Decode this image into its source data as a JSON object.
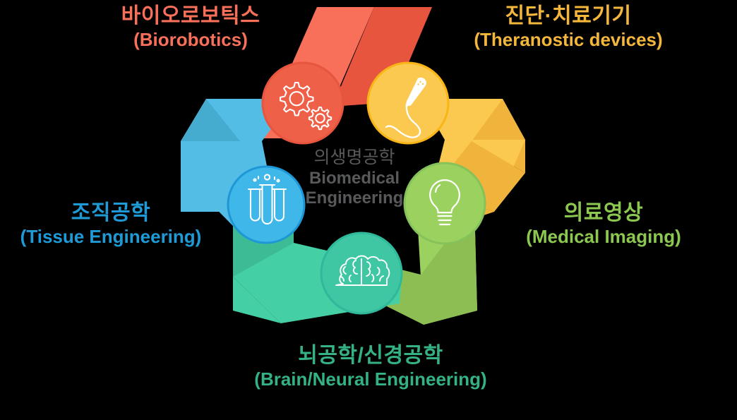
{
  "diagram": {
    "title_center": {
      "ko": "의생명공학",
      "en_line1": "Biomedical",
      "en_line2": "Engineering",
      "color": "#58595B"
    },
    "background_color": "#000000",
    "nodes": [
      {
        "id": "biorobotics",
        "ko": "바이오로보틱스",
        "en": "(Biorobotics)",
        "color": "#F8705A",
        "color_dark": "#E8553F",
        "ring_color": "#EF6048",
        "icon": "gears-icon"
      },
      {
        "id": "theranostic",
        "ko": "진단·치료기기",
        "en": "(Theranostic devices)",
        "color": "#FBC94F",
        "color_dark": "#F0B33C",
        "ring_color": "#F9B416",
        "icon": "probe-icon"
      },
      {
        "id": "medical-imaging",
        "ko": "의료영상",
        "en": "(Medical Imaging)",
        "color": "#9BD25F",
        "color_dark": "#8CBE54",
        "ring_color": "#86C25A",
        "icon": "lightbulb-icon"
      },
      {
        "id": "brain-neural",
        "ko": "뇌공학/신경공학",
        "en": "(Brain/Neural Engineering)",
        "color": "#45CFA5",
        "color_dark": "#3CBB95",
        "ring_color": "#2FB89A",
        "icon": "brain-icon"
      },
      {
        "id": "tissue-engineering",
        "ko": "조직공학",
        "en": "(Tissue Engineering)",
        "color": "#4FC0E8",
        "color_dark": "#45ACD0",
        "ring_color": "#1E97D6",
        "icon": "test-tubes-icon"
      }
    ]
  }
}
